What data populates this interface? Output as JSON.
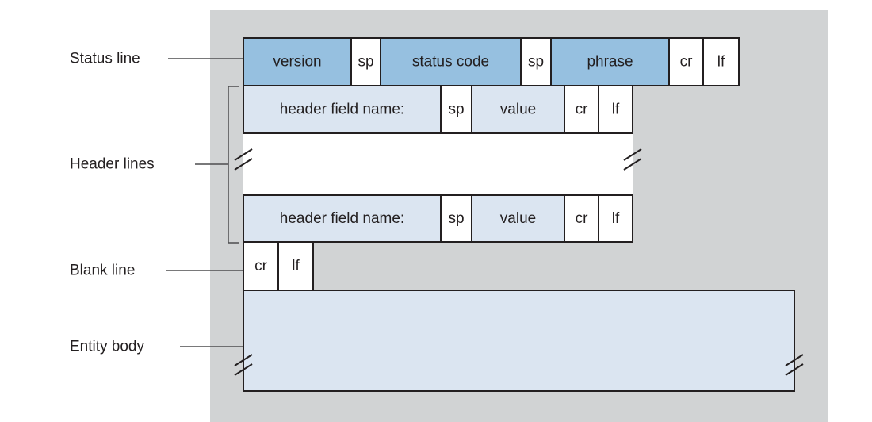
{
  "diagram": {
    "left_labels": {
      "status_line": "Status line",
      "header_lines": "Header lines",
      "blank_line": "Blank line",
      "entity_body": "Entity body"
    },
    "status_line_row": {
      "cells": [
        "version",
        "sp",
        "status code",
        "sp",
        "phrase",
        "cr",
        "lf"
      ]
    },
    "header_line_row_1": {
      "cells": [
        "header field name:",
        "sp",
        "value",
        "cr",
        "lf"
      ]
    },
    "header_line_row_2": {
      "cells": [
        "header field name:",
        "sp",
        "value",
        "cr",
        "lf"
      ]
    },
    "blank_line_row": {
      "cells": [
        "cr",
        "lf"
      ]
    },
    "icons": {
      "break_mark": "double-slash-continuation"
    },
    "colors": {
      "panel_background": "#d1d3d4",
      "status_cell_fill": "#96c0e0",
      "header_cell_fill": "#dbe5f1",
      "entity_body_fill": "#dbe5f1",
      "white_cell_fill": "#ffffff",
      "border": "#231f20",
      "callout_line": "#4d4d4f",
      "text": "#231f20"
    }
  }
}
